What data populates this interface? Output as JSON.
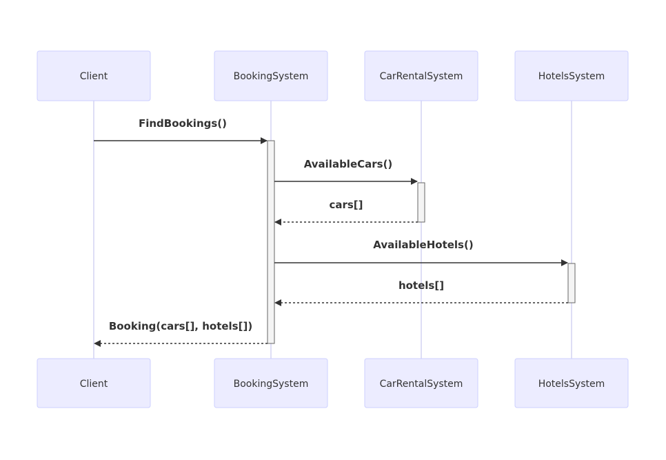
{
  "participants": [
    {
      "name": "Client"
    },
    {
      "name": "BookingSystem"
    },
    {
      "name": "CarRentalSystem"
    },
    {
      "name": "HotelsSystem"
    }
  ],
  "messages": [
    {
      "from": "Client",
      "to": "BookingSystem",
      "label": "FindBookings()",
      "style": "solid"
    },
    {
      "from": "BookingSystem",
      "to": "CarRentalSystem",
      "label": "AvailableCars()",
      "style": "solid"
    },
    {
      "from": "CarRentalSystem",
      "to": "BookingSystem",
      "label": "cars[]",
      "style": "dashed"
    },
    {
      "from": "BookingSystem",
      "to": "HotelsSystem",
      "label": "AvailableHotels()",
      "style": "solid"
    },
    {
      "from": "HotelsSystem",
      "to": "BookingSystem",
      "label": "hotels[]",
      "style": "dashed"
    },
    {
      "from": "BookingSystem",
      "to": "Client",
      "label": "Booking(cars[], hotels[])",
      "style": "dashed"
    }
  ],
  "colors": {
    "actor_fill": "#ececff",
    "actor_stroke": "#cccfff",
    "lifeline": "#d4d4f4",
    "activation_fill": "#f4f4f4",
    "line": "#333333"
  }
}
